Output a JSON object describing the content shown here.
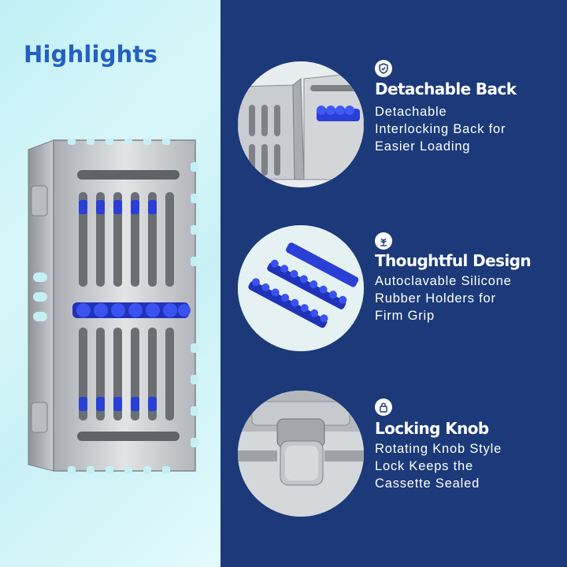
{
  "page": {
    "title": "Highlights"
  },
  "colors": {
    "brand_blue": "#2460c2",
    "panel_navy": "#1c3a79",
    "holder_blue": "#2a3fd6"
  },
  "product": {
    "name": "instrument-cassette-image"
  },
  "features": [
    {
      "icon": "shield-icon",
      "title": "Detachable Back",
      "description": [
        "Detachable",
        "Interlocking Back for",
        "Easier Loading"
      ]
    },
    {
      "icon": "tree-icon",
      "title": "Thoughtful Design",
      "description": [
        "Autoclavable Silicone",
        "Rubber Holders for",
        "Firm Grip"
      ]
    },
    {
      "icon": "lock-icon",
      "title": "Locking Knob",
      "description": [
        "Rotating Knob Style",
        "Lock Keeps the",
        "Cassette Sealed"
      ]
    }
  ]
}
